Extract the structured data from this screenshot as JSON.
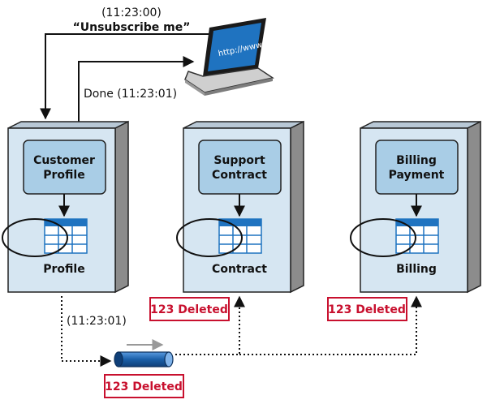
{
  "request": {
    "time": "(11:23:00)",
    "message": "“Unsubscribe me”"
  },
  "response": {
    "label": "Done (11:23:01)"
  },
  "event_time": "(11:23:01)",
  "laptop": {
    "screen_text": "http://www"
  },
  "services": [
    {
      "title_line1": "Customer",
      "title_line2": "Profile",
      "table_label": "Profile"
    },
    {
      "title_line1": "Support",
      "title_line2": "Contract",
      "table_label": "Contract"
    },
    {
      "title_line1": "Billing",
      "title_line2": "Payment",
      "table_label": "Billing"
    }
  ],
  "deleted_badges": {
    "contract": "123 Deleted",
    "billing": "123 Deleted",
    "queue": "123 Deleted"
  },
  "colors": {
    "service_fill": "#d6e6f2",
    "service_side": "#8c8c8c",
    "inner_box": "#a9cde6",
    "table_blue": "#1f73c0",
    "badge_red": "#c8102e",
    "queue_blue": "#1a5fa8"
  }
}
